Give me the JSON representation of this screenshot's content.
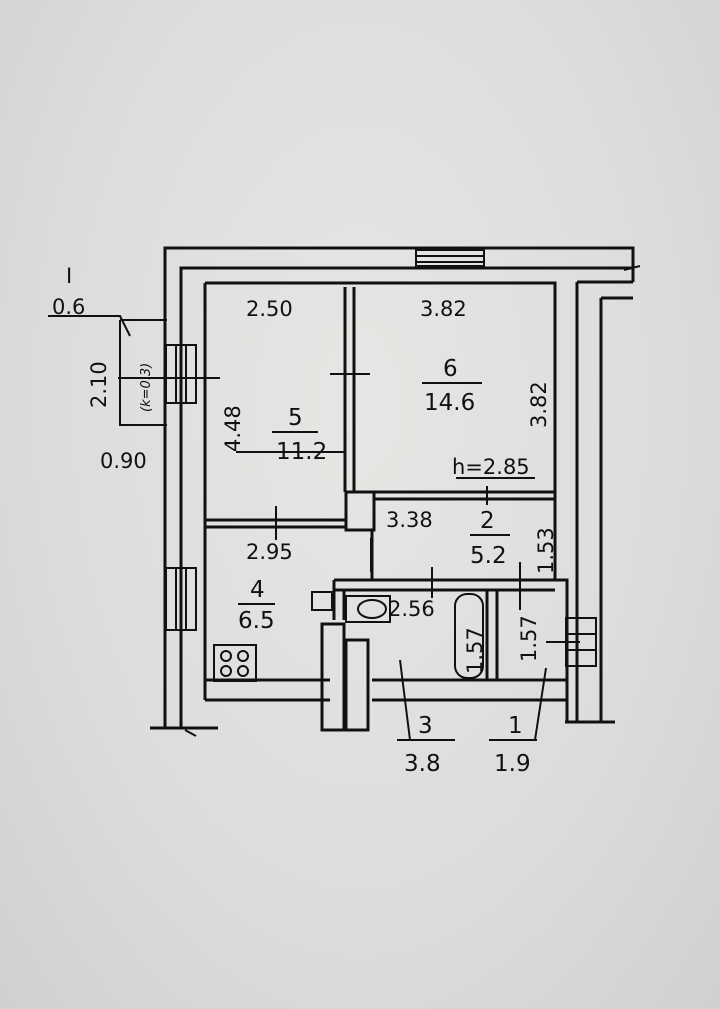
{
  "balcony": {
    "fraction_top": "I",
    "fraction_bottom": "0.6",
    "length": "2.10",
    "width": "0.90",
    "coefficient": "(k=0.3)"
  },
  "rooms": {
    "r5": {
      "number": "5",
      "area": "11.2",
      "width": "2.50",
      "length": "4.48"
    },
    "r6": {
      "number": "6",
      "area": "14.6",
      "width": "3.82",
      "length": "3.82"
    },
    "ceiling": "h=2.85",
    "r2": {
      "number": "2",
      "area": "5.2",
      "length": "3.38",
      "width": "1.53"
    },
    "r4": {
      "number": "4",
      "area": "6.5",
      "width": "2.95"
    },
    "corridor_len": "2.56",
    "bath_len": "1.57",
    "r1_len": "1.57",
    "r3": {
      "number": "3",
      "area": "3.8"
    },
    "r1": {
      "number": "1",
      "area": "1.9"
    }
  },
  "colors": {
    "ink": "#111111",
    "paper": "#dfe0dd"
  }
}
